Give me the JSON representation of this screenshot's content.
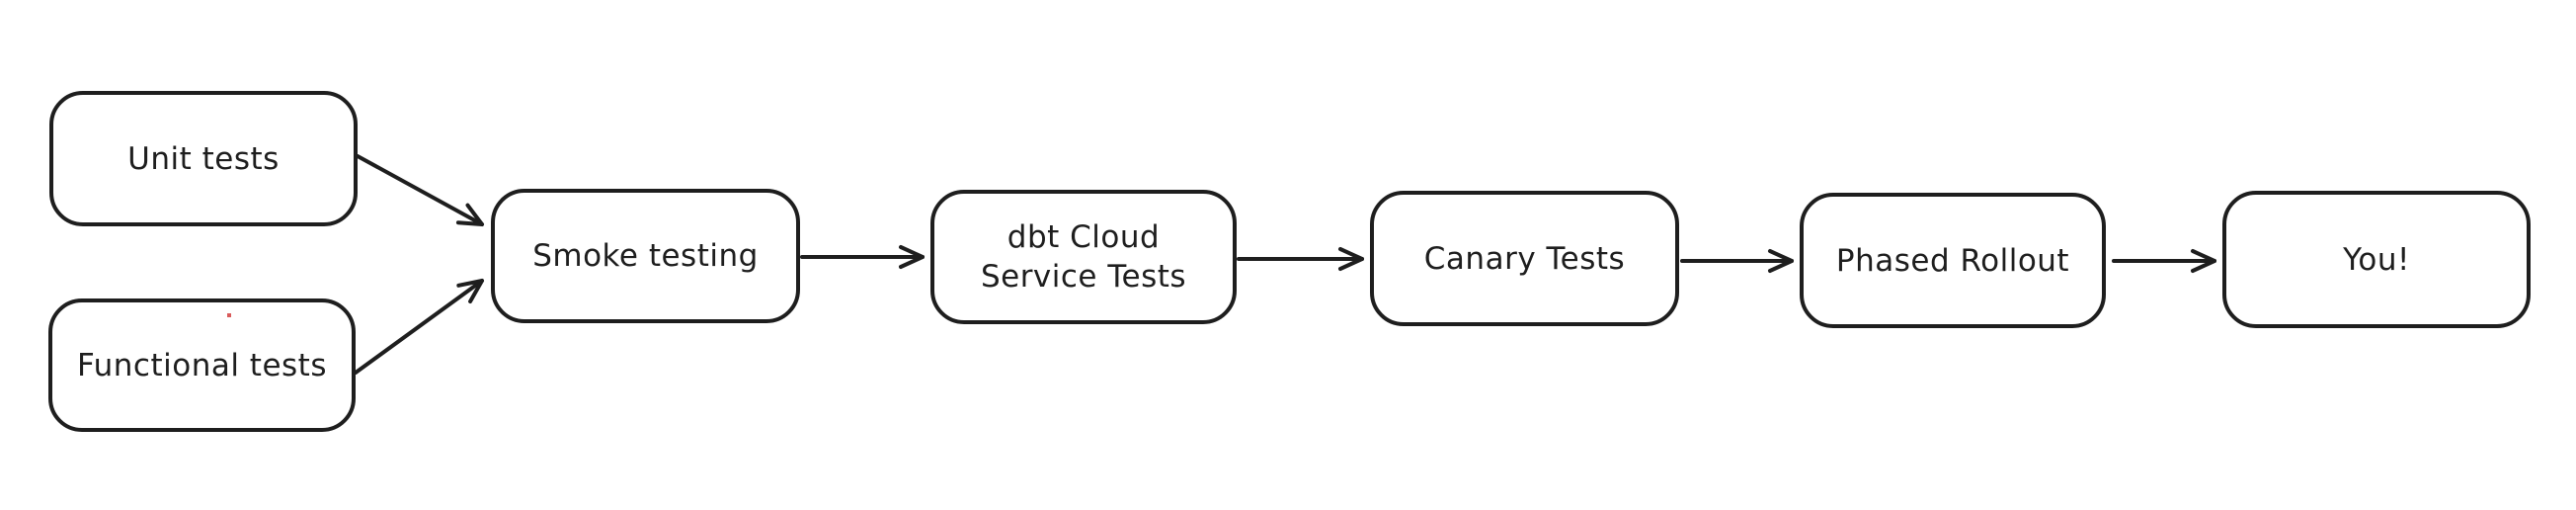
{
  "diagram": {
    "title": "Testing and rollout pipeline flowchart",
    "background_color": "#ffffff",
    "stroke_color": "#1e1e1e",
    "fill_color": "#ffffff",
    "artifact_color": "#d95b5b",
    "nodes": [
      {
        "id": "unit-tests",
        "label": "Unit tests"
      },
      {
        "id": "functional-tests",
        "label": "Functional tests"
      },
      {
        "id": "smoke-testing",
        "label": "Smoke testing"
      },
      {
        "id": "dbt-cloud-service-tests",
        "label": "dbt Cloud\nService Tests"
      },
      {
        "id": "canary-tests",
        "label": "Canary Tests"
      },
      {
        "id": "phased-rollout",
        "label": "Phased Rollout"
      },
      {
        "id": "you",
        "label": "You!"
      }
    ],
    "edges": [
      {
        "from": "unit-tests",
        "to": "smoke-testing"
      },
      {
        "from": "functional-tests",
        "to": "smoke-testing"
      },
      {
        "from": "smoke-testing",
        "to": "dbt-cloud-service-tests"
      },
      {
        "from": "dbt-cloud-service-tests",
        "to": "canary-tests"
      },
      {
        "from": "canary-tests",
        "to": "phased-rollout"
      },
      {
        "from": "phased-rollout",
        "to": "you"
      }
    ]
  }
}
